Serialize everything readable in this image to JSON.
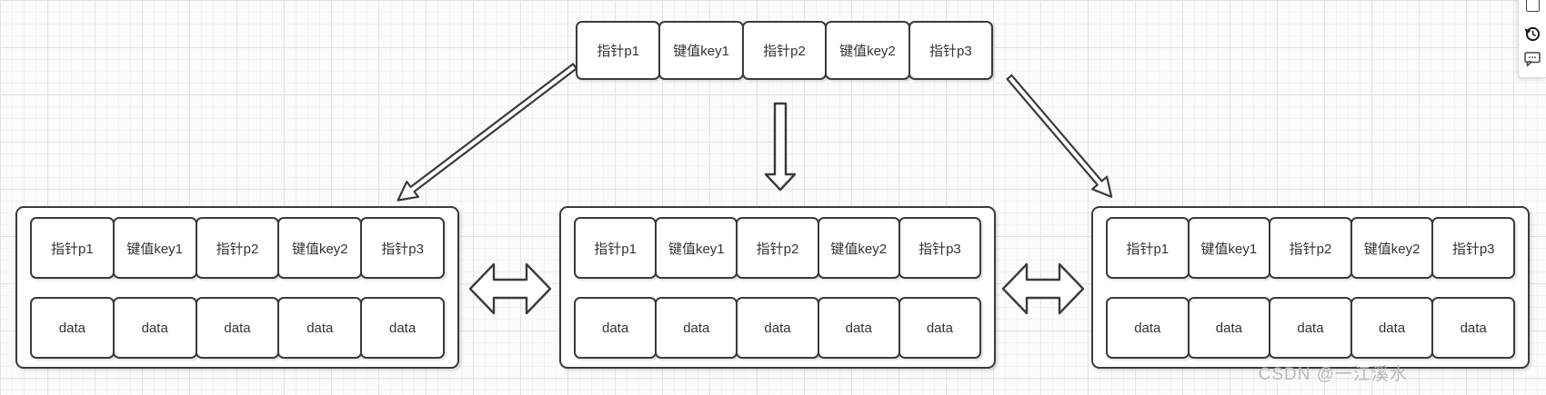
{
  "canvas": {
    "root_node": {
      "cells": [
        "指针p1",
        "键值key1",
        "指针p2",
        "键值key2",
        "指针p3"
      ]
    },
    "leaf_nodes": [
      {
        "position": "left",
        "cells": [
          "指针p1",
          "键值key1",
          "指针p2",
          "键值key2",
          "指针p3"
        ],
        "data": [
          "data",
          "data",
          "data",
          "data",
          "data"
        ]
      },
      {
        "position": "middle",
        "cells": [
          "指针p1",
          "键值key1",
          "指针p2",
          "键值key2",
          "指针p3"
        ],
        "data": [
          "data",
          "data",
          "data",
          "data",
          "data"
        ]
      },
      {
        "position": "right",
        "cells": [
          "指针p1",
          "键值key1",
          "指针p2",
          "键值key2",
          "指针p3"
        ],
        "data": [
          "data",
          "data",
          "data",
          "data",
          "data"
        ]
      }
    ],
    "connectors": [
      {
        "name": "root-to-left-leaf",
        "style": "hollow-arrow"
      },
      {
        "name": "root-to-middle-leaf",
        "style": "hollow-arrow"
      },
      {
        "name": "root-to-right-leaf",
        "style": "hollow-arrow"
      },
      {
        "name": "left-middle-sibling-link",
        "style": "hollow-double-arrow"
      },
      {
        "name": "middle-right-sibling-link",
        "style": "hollow-double-arrow"
      }
    ]
  },
  "side_toolbar": {
    "icons": [
      "frame-icon",
      "history-icon",
      "comment-icon"
    ]
  },
  "watermark": {
    "text": "CSDN @一江溪水"
  },
  "colors": {
    "shape_border": "#3b3b3b",
    "shape_fill": "#ffffff",
    "text": "#333333",
    "grid_minor": "#f2f2f2",
    "grid_major": "#e3e3e3",
    "watermark": "#b9b9b9"
  }
}
